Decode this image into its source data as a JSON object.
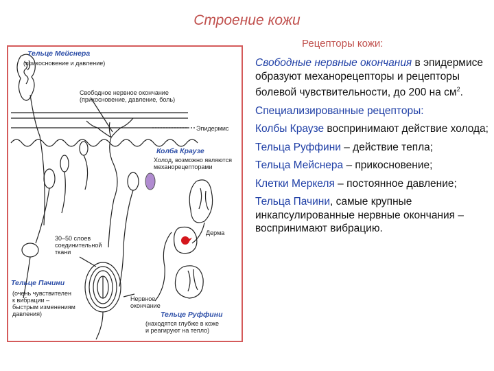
{
  "title": "Строение кожи",
  "subtitle": "Рецепторы кожи:",
  "figure": {
    "meissner_title": "Тельце Мейснера",
    "meissner_desc": "(прикосновение и давление)",
    "free_ending_desc": "Свободное нервное окончание\n(прикосновение, давление, боль)",
    "epidermis": "Эпидермис",
    "krause_title": "Колба Краузе",
    "krause_desc": "Холод, возможно являются\nмеханорецепторами",
    "dermis": "Дерма",
    "layers_desc": "30–50 слоев\nсоединительной\nткани",
    "pacini_title": "Тельце Пачини",
    "pacini_desc": "(очень чувствителен\nк вибрации –\nбыстрым изменениям\nдавления)",
    "nerve_ending": "Нервное\nокончание",
    "ruffini_title": "Тельце Руффини",
    "ruffini_desc": "(находятся глубже в коже\nи реагируют на тепло)"
  },
  "text": {
    "p1_hl": "Свободные нервные окончания",
    "p1_rest": " в эпидермисе образуют механорецепторы и рецепторы болевой чувствительности, до 200 на см",
    "p1_sup": "2",
    "p1_end": ".",
    "p2": "Специализированные рецепторы:",
    "p3_hl": "Колбы Краузе",
    "p3_rest": " воспринимают действие холода;",
    "p4_hl": "Тельца Руффини",
    "p4_rest": " – действие тепла;",
    "p5_hl": "Тельца Мейснера",
    "p5_rest": " – прикосновение;",
    "p6_hl": "Клетки Меркеля",
    "p6_rest": " –  постоянное давление;",
    "p7_hl": "Тельца Пачини",
    "p7_rest": ", самые крупные инкапсулированные нервные окончания – воспринимают вибрацию."
  },
  "colors": {
    "title": "#c0504d",
    "highlight": "#1f3fa6",
    "label_blue": "#2e4fa8",
    "ruffini_dot": "#d4161c",
    "krause": "#b08bd0"
  }
}
